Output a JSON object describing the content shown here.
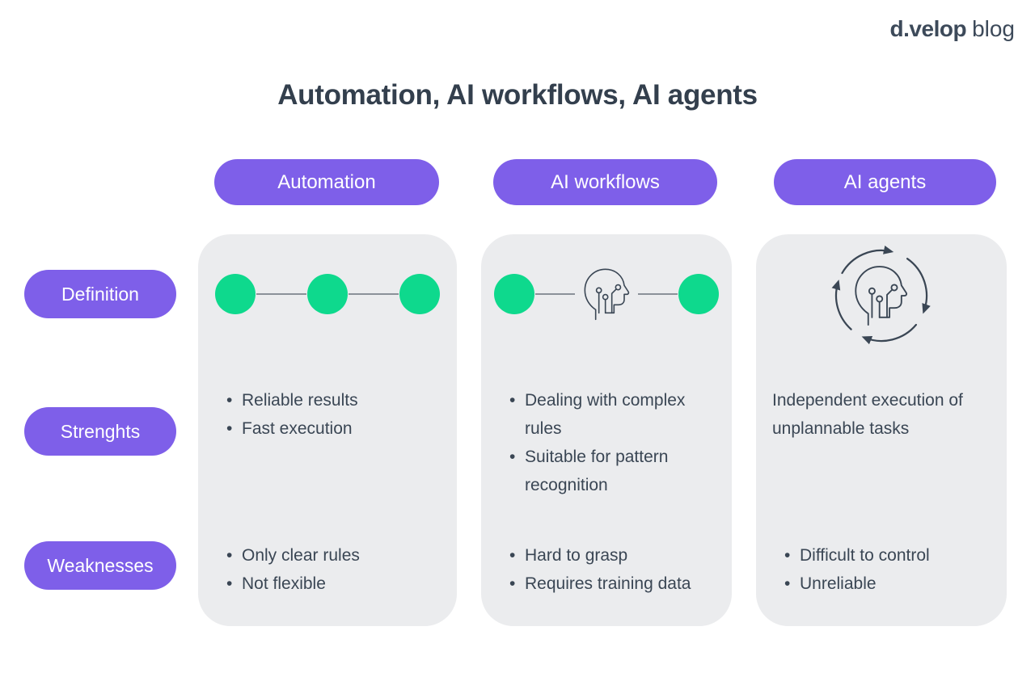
{
  "logo": {
    "brand": "d.velop",
    "suffix": "blog"
  },
  "title": "Automation, AI workflows, AI agents",
  "rows": [
    {
      "label": "Definition"
    },
    {
      "label": "Strenghts"
    },
    {
      "label": "Weaknesses"
    }
  ],
  "columns": [
    {
      "label": "Automation",
      "definition_icon": "three-green-dots-connected",
      "strengths": [
        "Reliable results",
        "Fast execution"
      ],
      "weaknesses": [
        "Only clear rules",
        "Not flexible"
      ]
    },
    {
      "label": "AI workflows",
      "definition_icon": "green-dots-linked-through-ai-head",
      "strengths": [
        "Dealing with complex rules",
        "Suitable for pattern recognition"
      ],
      "weaknesses": [
        "Hard to grasp",
        "Requires training data"
      ]
    },
    {
      "label": "AI agents",
      "definition_icon": "ai-head-inside-cycle-arrows",
      "strengths_text": "Independent execution of unplannable tasks",
      "weaknesses": [
        "Difficult to control",
        "Unreliable"
      ]
    }
  ],
  "colors": {
    "accent_purple": "#7E5FE9",
    "accent_green": "#0ED98D",
    "card_bg": "#EBECEE",
    "text_dark": "#3A4654",
    "connector_gray": "#8B9199",
    "logo_dark": "#3D4A5A"
  }
}
